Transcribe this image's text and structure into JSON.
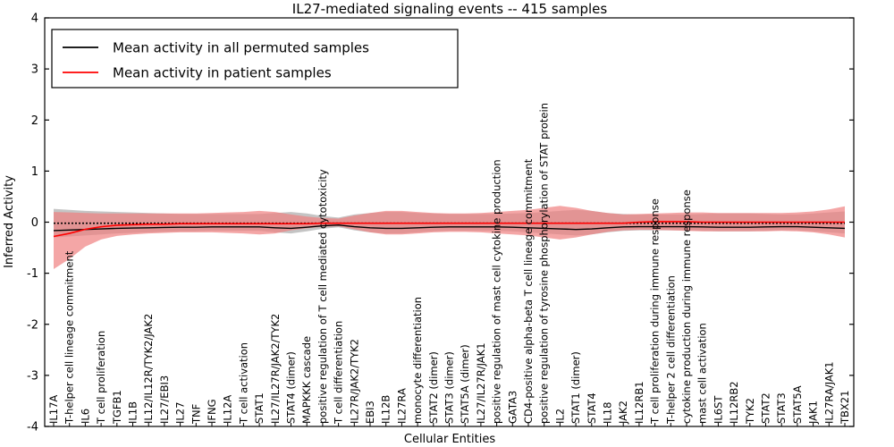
{
  "chart_data": {
    "type": "line",
    "title": "IL27-mediated signaling events -- 415 samples",
    "xlabel": "Cellular Entities",
    "ylabel": "Inferred Activity",
    "ylim": [
      -4,
      4
    ],
    "yticks": [
      -4,
      -3,
      -2,
      -1,
      0,
      1,
      2,
      3,
      4
    ],
    "ytick_labels": [
      "-4",
      "-3",
      "-2",
      "-1",
      "0",
      "1",
      "2",
      "3",
      "4"
    ],
    "grid": false,
    "legend_position": "upper left",
    "legend": [
      {
        "label": "Mean activity in all permuted samples",
        "color": "#000000"
      },
      {
        "label": "Mean activity in patient samples",
        "color": "#ff0000"
      }
    ],
    "categories": [
      "IL17A",
      "T-helper cell lineage commitment",
      "IL6",
      "T cell proliferation",
      "TGFB1",
      "IL1B",
      "IL12/IL12R/TYK2/JAK2",
      "IL27/EBI3",
      "IL27",
      "TNF",
      "IFNG",
      "IL12A",
      "T cell activation",
      "STAT1",
      "IL27/IL27R/JAK2/TYK2",
      "STAT4 (dimer)",
      "MAPKKK cascade",
      "positive regulation of T cell mediated cytotoxicity",
      "T cell differentiation",
      "IL27R/JAK2/TYK2",
      "EBI3",
      "IL12B",
      "IL27RA",
      "monocyte differentiation",
      "STAT2 (dimer)",
      "STAT3 (dimer)",
      "STAT5A (dimer)",
      "IL27/IL27R/JAK1",
      "positive regulation of mast cell cytokine production",
      "GATA3",
      "CD4-positive alpha-beta T cell lineage commitment",
      "positive regulation of tyrosine phosphorylation of STAT protein",
      "IL2",
      "STAT1 (dimer)",
      "STAT4",
      "IL18",
      "JAK2",
      "IL12RB1",
      "T cell proliferation during immune response",
      "T-helper 2 cell differentiation",
      "cytokine production during immune response",
      "mast cell activation",
      "IL6ST",
      "IL12RB2",
      "TYK2",
      "STAT2",
      "STAT3",
      "STAT5A",
      "JAK1",
      "IL27RA/JAK1",
      "TBX21"
    ],
    "series": [
      {
        "name": "Mean activity in all permuted samples",
        "color": "#000000",
        "style": "dotted",
        "values": [
          -0.02,
          -0.02,
          -0.02,
          -0.02,
          -0.02,
          -0.02,
          -0.02,
          -0.02,
          -0.02,
          -0.02,
          -0.02,
          -0.02,
          -0.02,
          -0.02,
          -0.02,
          -0.02,
          -0.02,
          -0.02,
          -0.02,
          -0.02,
          -0.02,
          -0.02,
          -0.02,
          -0.02,
          -0.02,
          -0.02,
          -0.02,
          -0.02,
          -0.02,
          -0.02,
          -0.02,
          -0.02,
          -0.02,
          -0.02,
          -0.02,
          -0.02,
          -0.02,
          -0.02,
          -0.02,
          -0.02,
          -0.02,
          -0.02,
          -0.02,
          -0.02,
          -0.02,
          -0.02,
          -0.02,
          -0.02,
          -0.02,
          -0.02,
          -0.02
        ],
        "band_lower": [
          -0.3,
          -0.28,
          -0.26,
          -0.24,
          -0.22,
          -0.21,
          -0.2,
          -0.19,
          -0.18,
          -0.18,
          -0.17,
          -0.17,
          -0.17,
          -0.17,
          -0.2,
          -0.22,
          -0.18,
          -0.13,
          -0.1,
          -0.16,
          -0.2,
          -0.22,
          -0.22,
          -0.2,
          -0.18,
          -0.17,
          -0.17,
          -0.17,
          -0.17,
          -0.18,
          -0.2,
          -0.22,
          -0.24,
          -0.26,
          -0.24,
          -0.2,
          -0.17,
          -0.16,
          -0.16,
          -0.16,
          -0.16,
          -0.17,
          -0.18,
          -0.18,
          -0.18,
          -0.17,
          -0.16,
          -0.16,
          -0.18,
          -0.2,
          -0.22
        ],
        "band_upper": [
          0.26,
          0.24,
          0.22,
          0.21,
          0.2,
          0.19,
          0.18,
          0.17,
          0.16,
          0.16,
          0.16,
          0.16,
          0.16,
          0.16,
          0.18,
          0.2,
          0.17,
          0.12,
          0.09,
          0.15,
          0.18,
          0.2,
          0.2,
          0.18,
          0.17,
          0.16,
          0.16,
          0.16,
          0.16,
          0.17,
          0.18,
          0.2,
          0.22,
          0.24,
          0.22,
          0.18,
          0.16,
          0.15,
          0.15,
          0.15,
          0.15,
          0.16,
          0.17,
          0.17,
          0.17,
          0.16,
          0.15,
          0.15,
          0.17,
          0.19,
          0.21
        ]
      },
      {
        "name": "Mean activity in patient samples",
        "color": "#ff0000",
        "style": "solid",
        "values": [
          -0.28,
          -0.22,
          -0.14,
          -0.09,
          -0.06,
          -0.05,
          -0.04,
          -0.04,
          -0.03,
          -0.03,
          -0.03,
          -0.03,
          -0.03,
          -0.03,
          -0.03,
          -0.03,
          -0.03,
          -0.02,
          -0.02,
          -0.02,
          -0.02,
          -0.02,
          -0.02,
          -0.02,
          -0.02,
          -0.02,
          -0.02,
          -0.02,
          -0.02,
          -0.02,
          -0.02,
          -0.02,
          -0.02,
          -0.02,
          -0.02,
          -0.02,
          -0.02,
          0.0,
          0.01,
          0.01,
          0.01,
          0.0,
          0.0,
          0.0,
          0.0,
          0.0,
          0.0,
          0.0,
          0.0,
          0.0,
          0.0
        ],
        "band_lower": [
          -0.92,
          -0.72,
          -0.48,
          -0.34,
          -0.27,
          -0.24,
          -0.22,
          -0.21,
          -0.2,
          -0.2,
          -0.2,
          -0.21,
          -0.22,
          -0.24,
          -0.22,
          -0.16,
          -0.12,
          -0.09,
          -0.08,
          -0.14,
          -0.2,
          -0.24,
          -0.24,
          -0.22,
          -0.2,
          -0.19,
          -0.19,
          -0.2,
          -0.22,
          -0.24,
          -0.26,
          -0.3,
          -0.34,
          -0.3,
          -0.24,
          -0.19,
          -0.16,
          -0.15,
          -0.15,
          -0.16,
          -0.17,
          -0.18,
          -0.18,
          -0.18,
          -0.18,
          -0.18,
          -0.17,
          -0.18,
          -0.2,
          -0.24,
          -0.3
        ],
        "band_upper": [
          0.2,
          0.19,
          0.18,
          0.17,
          0.17,
          0.17,
          0.17,
          0.17,
          0.17,
          0.17,
          0.18,
          0.19,
          0.2,
          0.22,
          0.2,
          0.15,
          0.11,
          0.08,
          0.07,
          0.13,
          0.18,
          0.22,
          0.22,
          0.2,
          0.18,
          0.17,
          0.17,
          0.18,
          0.2,
          0.22,
          0.24,
          0.28,
          0.32,
          0.28,
          0.22,
          0.18,
          0.15,
          0.16,
          0.17,
          0.18,
          0.19,
          0.19,
          0.18,
          0.18,
          0.18,
          0.18,
          0.18,
          0.19,
          0.21,
          0.25,
          0.31
        ]
      }
    ]
  },
  "colors": {
    "permuted_line": "#000000",
    "patient_line": "#ff0000",
    "permuted_band": "#b0b0b0",
    "patient_band": "#f08080",
    "axis": "#000000",
    "background": "#ffffff"
  }
}
